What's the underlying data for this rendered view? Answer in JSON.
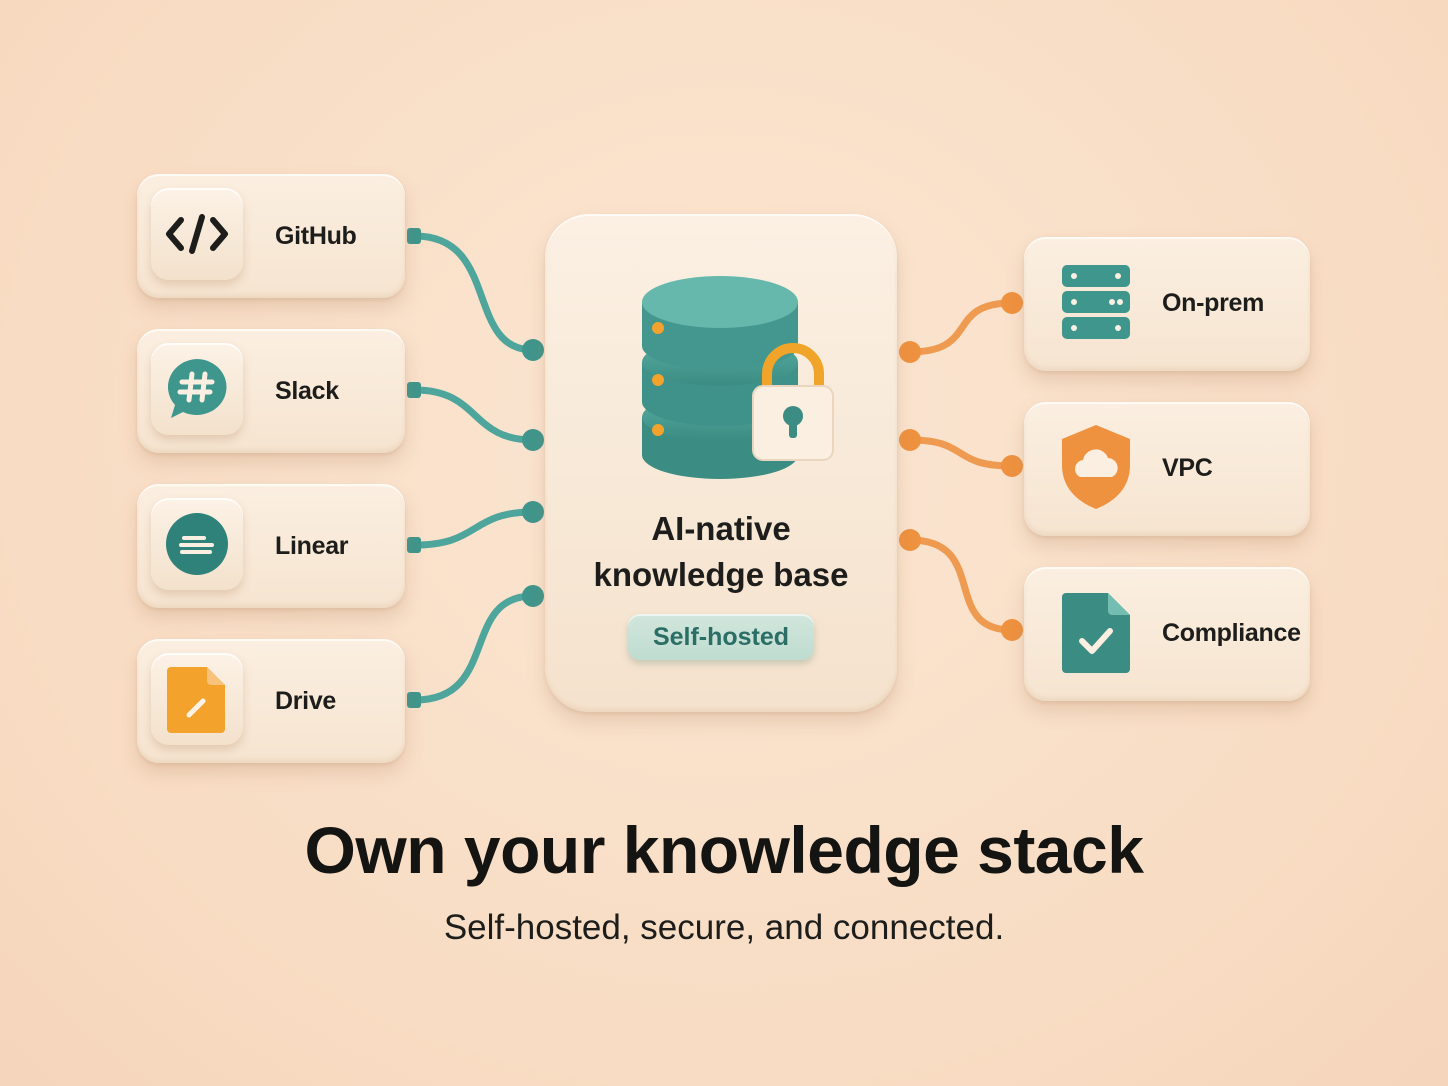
{
  "colors": {
    "teal": "#3f968c",
    "teal_dark": "#2f7c73",
    "orange": "#ef9a4c",
    "amber": "#f3a22c",
    "background": "#f8dcc3"
  },
  "sources": [
    {
      "label": "GitHub",
      "icon": "code-icon"
    },
    {
      "label": "Slack",
      "icon": "chat-hash-icon"
    },
    {
      "label": "Linear",
      "icon": "linear-icon"
    },
    {
      "label": "Drive",
      "icon": "document-icon"
    }
  ],
  "hub": {
    "title_line1": "AI-native",
    "title_line2": "knowledge base",
    "badge": "Self-hosted",
    "icon": "database-lock-icon"
  },
  "destinations": [
    {
      "label": "On-prem",
      "icon": "server-icon"
    },
    {
      "label": "VPC",
      "icon": "cloud-shield-icon"
    },
    {
      "label": "Compliance",
      "icon": "checked-document-icon"
    }
  ],
  "headline": "Own your knowledge stack",
  "subheadline": "Self-hosted, secure, and connected."
}
